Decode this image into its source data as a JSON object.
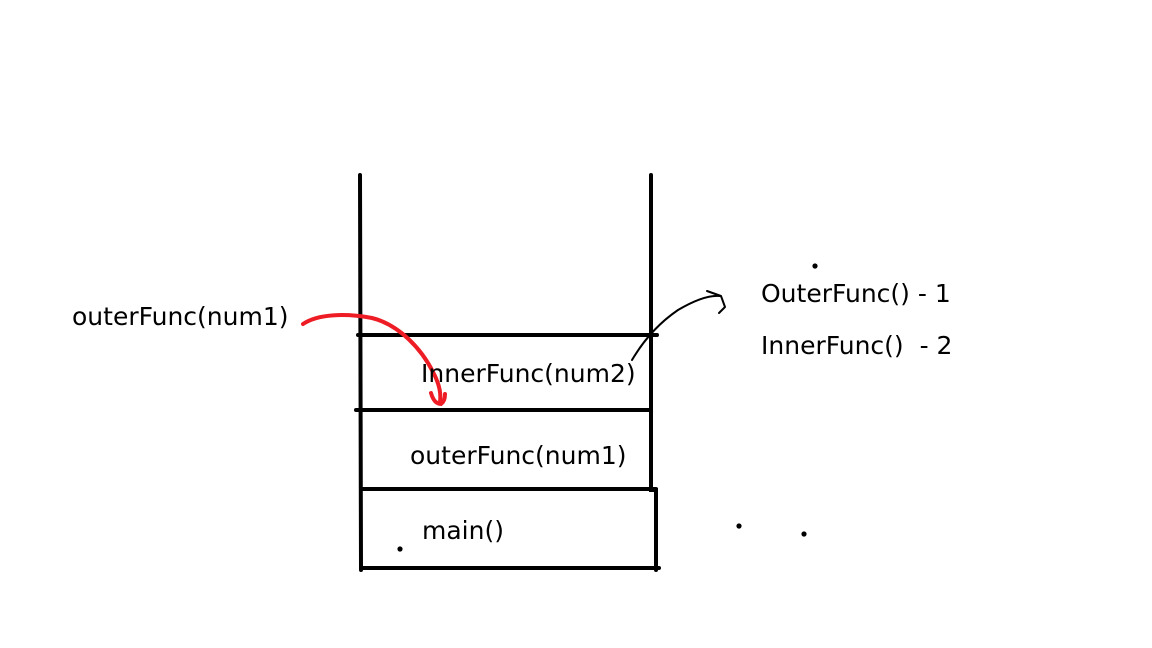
{
  "diagram": {
    "left_label": "outerFunc(num1)",
    "stack_frames": [
      "InnerFunc(num2)",
      "outerFunc(num1)",
      "main()"
    ],
    "legend": [
      "OuterFunc() - 1",
      "InnerFunc()  - 2"
    ]
  },
  "colors": {
    "ink": "#000000",
    "red_arrow": "#ee1c24",
    "background": "#ffffff"
  }
}
